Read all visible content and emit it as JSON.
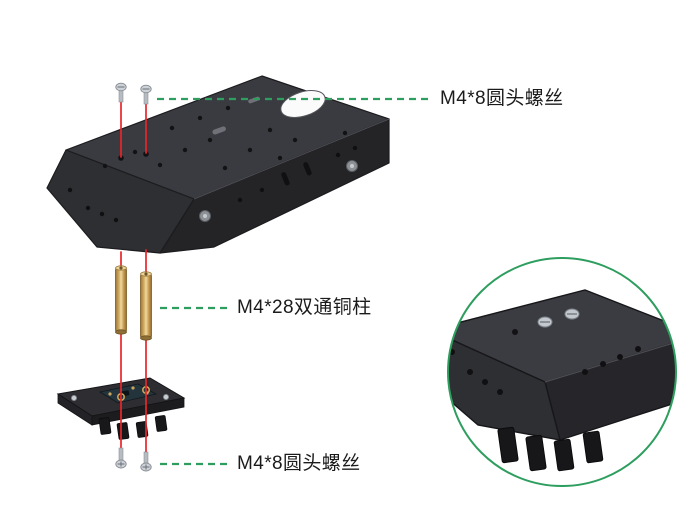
{
  "labels": {
    "top_screws": "M4*8圆头螺丝",
    "standoffs": "M4*28双通铜柱",
    "bottom_screws": "M4*8圆头螺丝"
  },
  "colors": {
    "callout_green": "#2e9e5f",
    "guide_red": "#e8262a",
    "chassis_dark": "#2b2c30",
    "brass": "#c9a45c",
    "background": "#ffffff"
  }
}
